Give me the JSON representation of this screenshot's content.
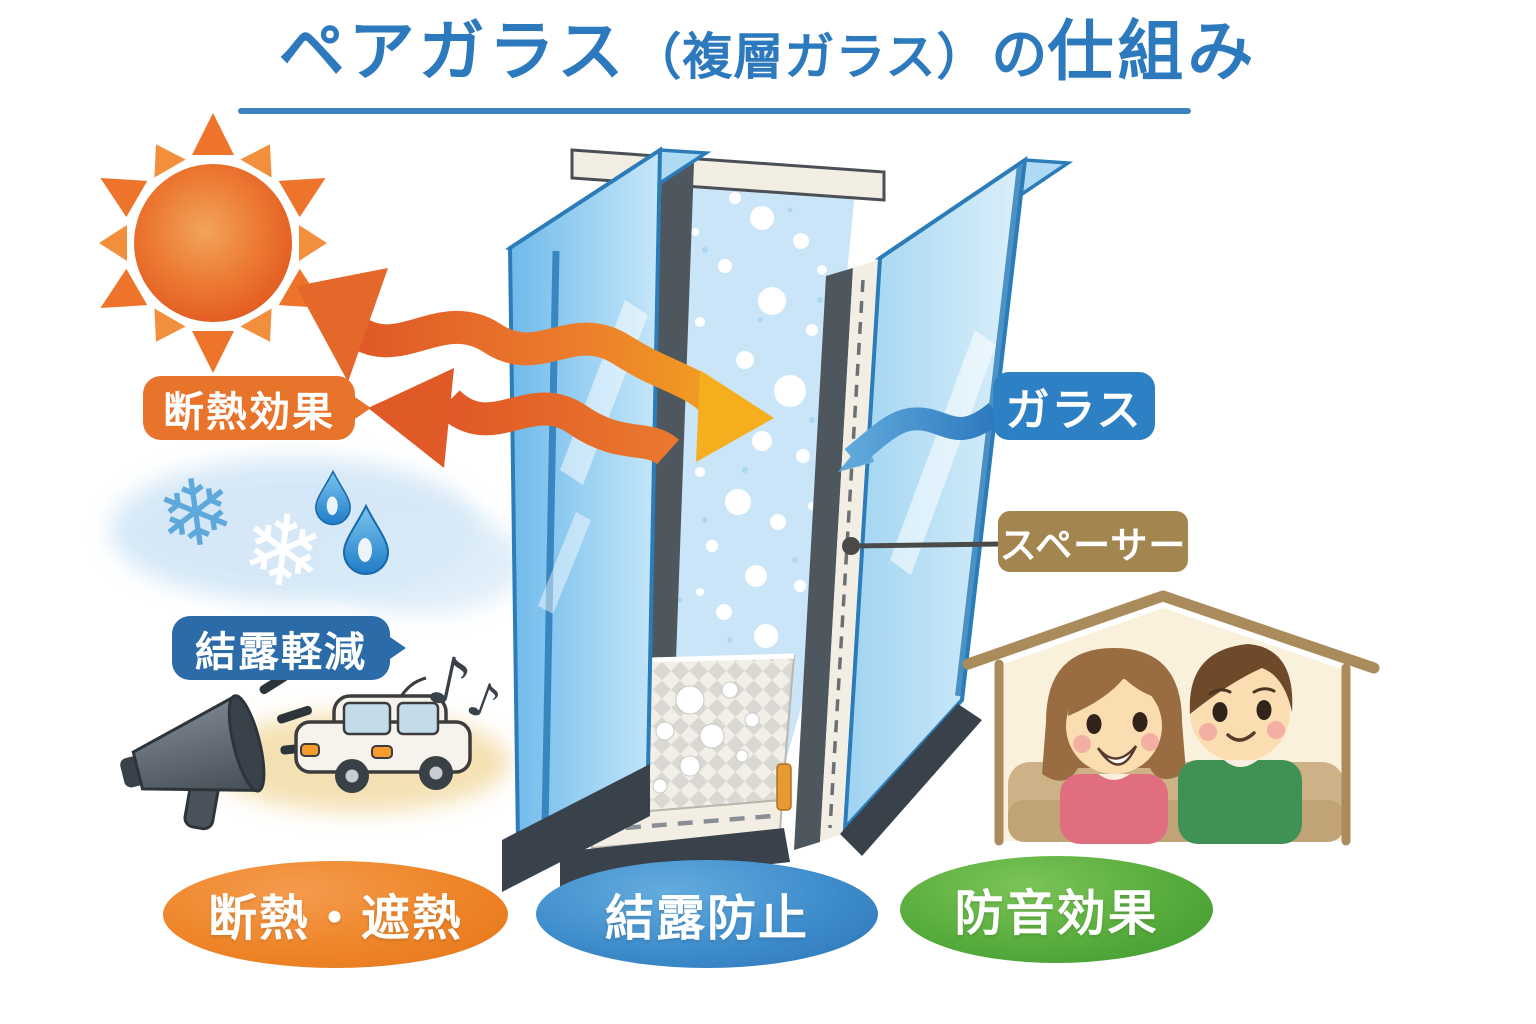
{
  "title": {
    "main1": "ペアガラス",
    "paren": "（複層ガラス）",
    "particle": "の",
    "main2": "仕組み"
  },
  "callouts": {
    "insulation": "断熱効果",
    "condensation": "結露軽減",
    "glass": "ガラス",
    "spacer": "スペーサー"
  },
  "benefits": [
    {
      "label": "断熱・遮熱",
      "color": "#EE8528"
    },
    {
      "label": "結露防止",
      "color": "#3E8CCB"
    },
    {
      "label": "防音効果",
      "color": "#57AC3C"
    }
  ],
  "icons": {
    "snowflake": "❄",
    "music_note": "♪",
    "names": [
      "sun-icon",
      "snowflake-icon",
      "water-drop-icon",
      "megaphone-icon",
      "car-icon",
      "music-note-icon",
      "house-icon",
      "couple-icon",
      "glass-pane",
      "spacer-bar",
      "heat-arrow",
      "cool-ribbon"
    ]
  },
  "colors": {
    "title": "#2D79BE",
    "insulation_label": "#E8742C",
    "condensation_label": "#2B6BA7",
    "glass_label": "#2E80C4",
    "spacer_label": "#A3854F",
    "sun": "#E8601F",
    "heat_arrow": "#DF5526",
    "transmitted_arrow": "#F3AD1C",
    "cool_ribbon": "#3E8FD0",
    "glass_pane": "#7FC4EE",
    "frame_dark": "#39424B"
  }
}
